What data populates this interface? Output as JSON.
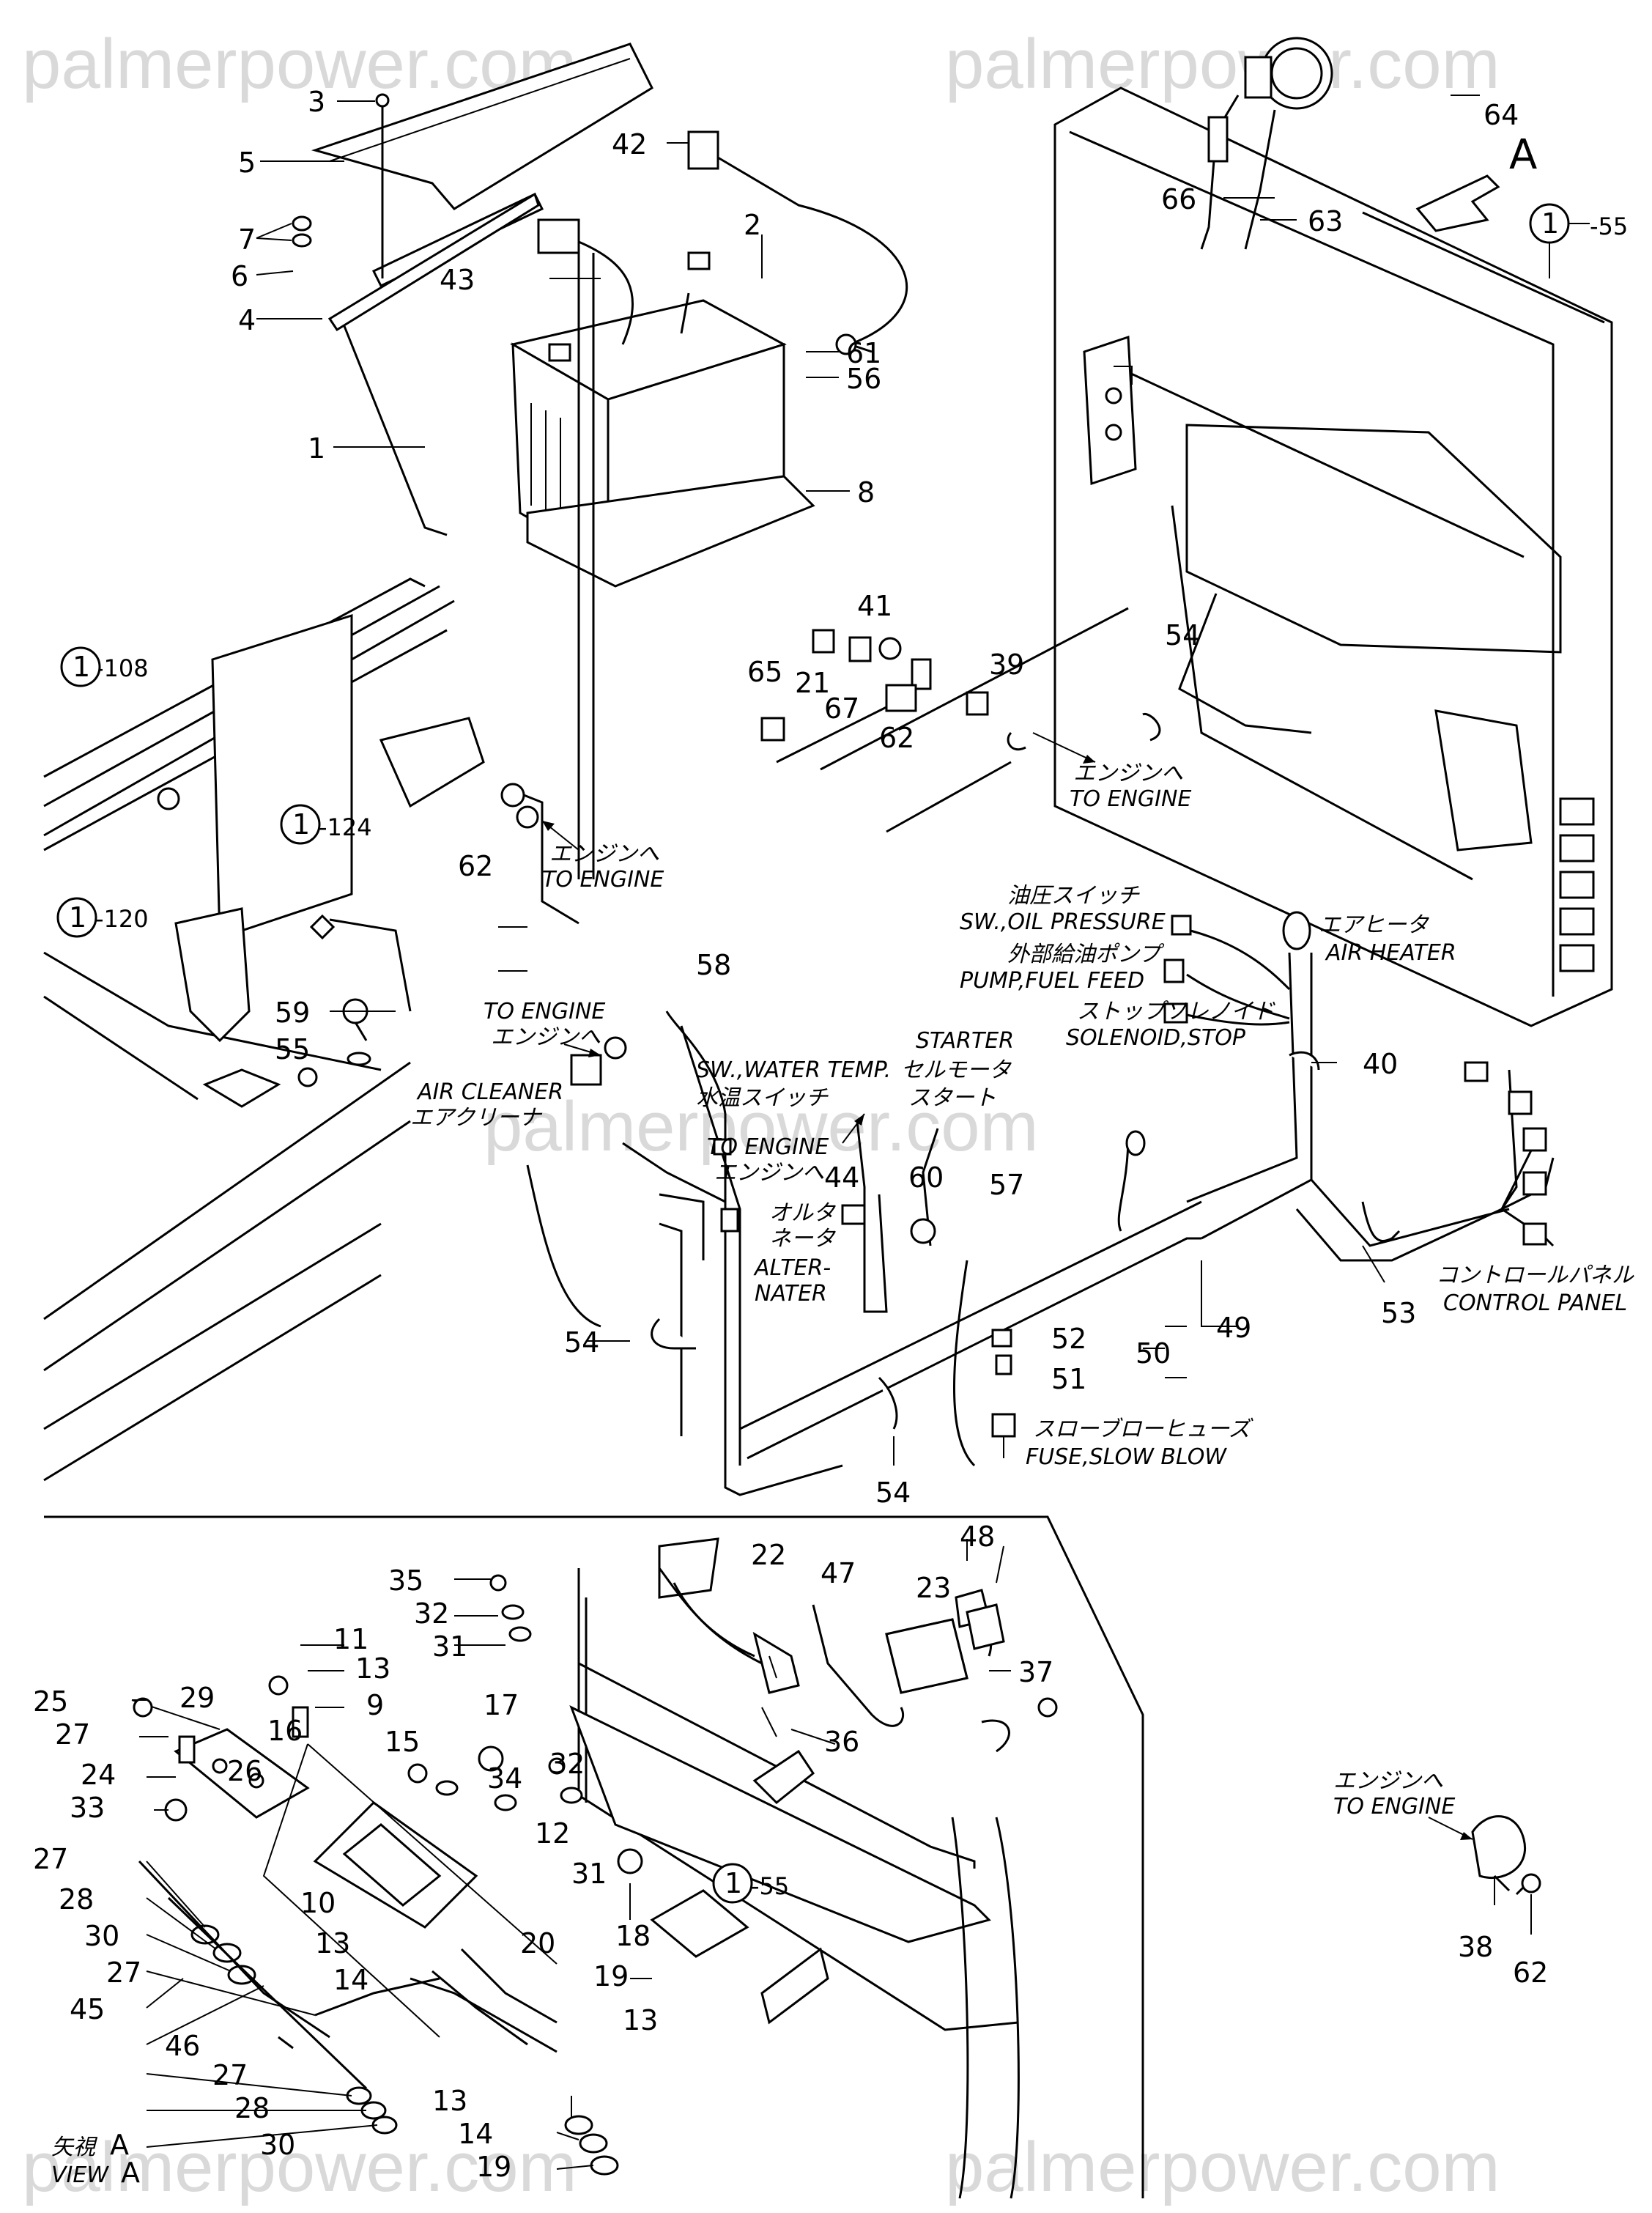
{
  "watermark": "palmerpower.com",
  "view_marker": "A",
  "view_label_jp": "矢視",
  "view_label_en": "VIEW",
  "refs": {
    "r55": "-55",
    "r108": "-108",
    "r124": "-124",
    "r120": "-120",
    "circled_one": "1"
  },
  "parts": {
    "p1": "1",
    "p2": "2",
    "p3": "3",
    "p4": "4",
    "p5": "5",
    "p6": "6",
    "p7": "7",
    "p8": "8",
    "p9": "9",
    "p10": "10",
    "p11": "11",
    "p12": "12",
    "p13": "13",
    "p14": "14",
    "p15": "15",
    "p16": "16",
    "p17": "17",
    "p18": "18",
    "p19": "19",
    "p20": "20",
    "p21": "21",
    "p22": "22",
    "p23": "23",
    "p24": "24",
    "p25": "25",
    "p26": "26",
    "p27": "27",
    "p28": "28",
    "p29": "29",
    "p30": "30",
    "p31": "31",
    "p32": "32",
    "p33": "33",
    "p34": "34",
    "p35": "35",
    "p36": "36",
    "p37": "37",
    "p38": "38",
    "p39": "39",
    "p40": "40",
    "p41": "41",
    "p42": "42",
    "p43": "43",
    "p44": "44",
    "p45": "45",
    "p46": "46",
    "p47": "47",
    "p48": "48",
    "p49": "49",
    "p50": "50",
    "p51": "51",
    "p52": "52",
    "p53": "53",
    "p54": "54",
    "p55": "55",
    "p56": "56",
    "p57": "57",
    "p58": "58",
    "p59": "59",
    "p60": "60",
    "p61": "61",
    "p62": "62",
    "p63": "63",
    "p64": "64",
    "p65": "65",
    "p66": "66",
    "p67": "67"
  },
  "labels": {
    "to_engine_jp": "エンジンへ",
    "to_engine_en": "TO ENGINE",
    "oil_pressure_jp": "油圧スイッチ",
    "oil_pressure_en": "SW.,OIL PRESSURE",
    "fuel_pump_jp": "外部給油ポンプ",
    "fuel_pump_en": "PUMP,FUEL FEED",
    "stop_solenoid_jp": "ストップソレノイド",
    "stop_solenoid_en": "SOLENOID,STOP",
    "air_heater_jp": "エアヒータ",
    "air_heater_en": "AIR HEATER",
    "water_temp_en": "SW.,WATER TEMP.",
    "water_temp_jp": "水温スイッチ",
    "starter_en": "STARTER",
    "starter_jp1": "セルモータ",
    "starter_jp2": "スタート",
    "air_cleaner_en": "AIR CLEANER",
    "air_cleaner_jp": "エアクリーナ",
    "alternator_jp1": "オルタ",
    "alternator_jp2": "ネータ",
    "alternator_en1": "ALTER-",
    "alternator_en2": "NATER",
    "control_panel_jp": "コントロールパネル",
    "control_panel_en": "CONTROL PANEL",
    "fuse_jp": "スローブローヒューズ",
    "fuse_en": "FUSE,SLOW BLOW"
  }
}
